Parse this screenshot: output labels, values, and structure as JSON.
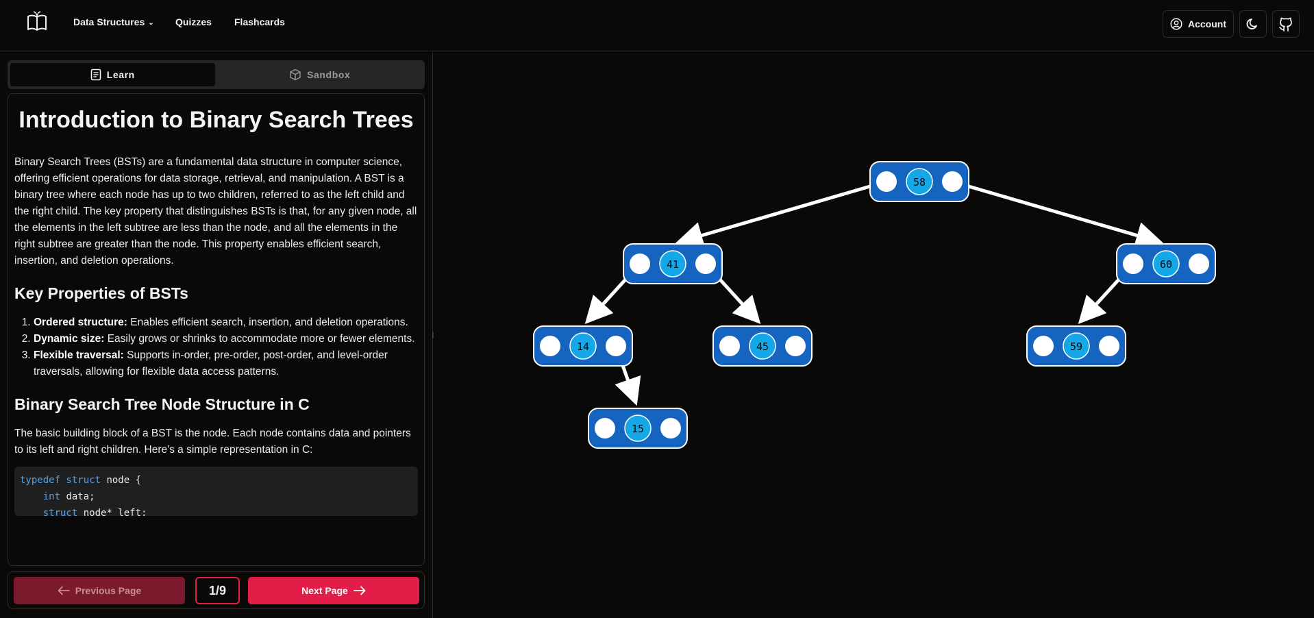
{
  "nav": {
    "links": [
      "Data Structures",
      "Quizzes",
      "Flashcards"
    ],
    "account_label": "Account"
  },
  "tabs": {
    "learn": "Learn",
    "sandbox": "Sandbox"
  },
  "lesson": {
    "title": "Introduction to Binary Search Trees",
    "intro": "Binary Search Trees (BSTs) are a fundamental data structure in computer science, offering efficient operations for data storage, retrieval, and manipulation. A BST is a binary tree where each node has up to two children, referred to as the left child and the right child. The key property that distinguishes BSTs is that, for any given node, all the elements in the left subtree are less than the node, and all the elements in the right subtree are greater than the node. This property enables efficient search, insertion, and deletion operations.",
    "h_properties": "Key Properties of BSTs",
    "properties": [
      {
        "term": "Ordered structure:",
        "desc": "Enables efficient search, insertion, and deletion operations."
      },
      {
        "term": "Dynamic size:",
        "desc": "Easily grows or shrinks to accommodate more or fewer elements."
      },
      {
        "term": "Flexible traversal:",
        "desc": "Supports in-order, pre-order, post-order, and level-order traversals, allowing for flexible data access patterns."
      }
    ],
    "h_node": "Binary Search Tree Node Structure in C",
    "node_text": "The basic building block of a BST is the node. Each node contains data and pointers to its left and right children. Here's a simple representation in C:",
    "code_lines": [
      "typedef struct node {",
      "    int data;",
      "    struct node* left;"
    ]
  },
  "pager": {
    "prev_label": "Previous Page",
    "next_label": "Next Page",
    "indicator": "1/9"
  },
  "tree": {
    "nodes": [
      {
        "value": "58",
        "left": "41",
        "right": "60"
      },
      {
        "value": "41",
        "left": "14",
        "right": "45"
      },
      {
        "value": "60",
        "left": "59",
        "right": null
      },
      {
        "value": "14",
        "left": null,
        "right": "15"
      },
      {
        "value": "45",
        "left": null,
        "right": null
      },
      {
        "value": "59",
        "left": null,
        "right": null
      },
      {
        "value": "15",
        "left": null,
        "right": null
      }
    ]
  },
  "colors": {
    "accent": "#e11d48",
    "node_fill": "#1565c0",
    "value_fill": "#14a8e8"
  }
}
